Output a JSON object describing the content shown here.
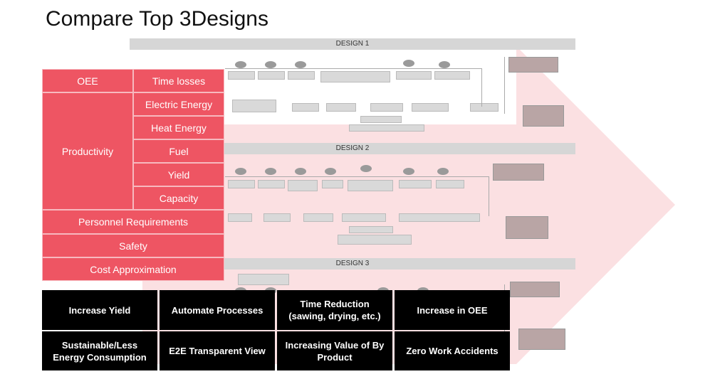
{
  "title": "Compare Top 3Designs",
  "designs": [
    "DESIGN 1",
    "DESIGN 2",
    "DESIGN 3"
  ],
  "criteria": {
    "oee": "OEE",
    "time_losses": "Time losses",
    "productivity": "Productivity",
    "electric_energy": "Electric Energy",
    "heat_energy": "Heat Energy",
    "fuel": "Fuel",
    "yield": "Yield",
    "capacity": "Capacity",
    "personnel": "Personnel Requirements",
    "safety": "Safety",
    "cost": "Cost Approximation"
  },
  "goals": [
    "Increase Yield",
    "Automate Processes",
    "Time Reduction (sawing, drying, etc.)",
    "Increase in OEE",
    "Sustainable/Less Energy Consumption",
    "E2E Transparent View",
    "Increasing Value of By Product",
    "Zero Work Accidents"
  ],
  "colors": {
    "red": "#ee5563",
    "arrow": "#f7c7cb",
    "black": "#000000"
  }
}
